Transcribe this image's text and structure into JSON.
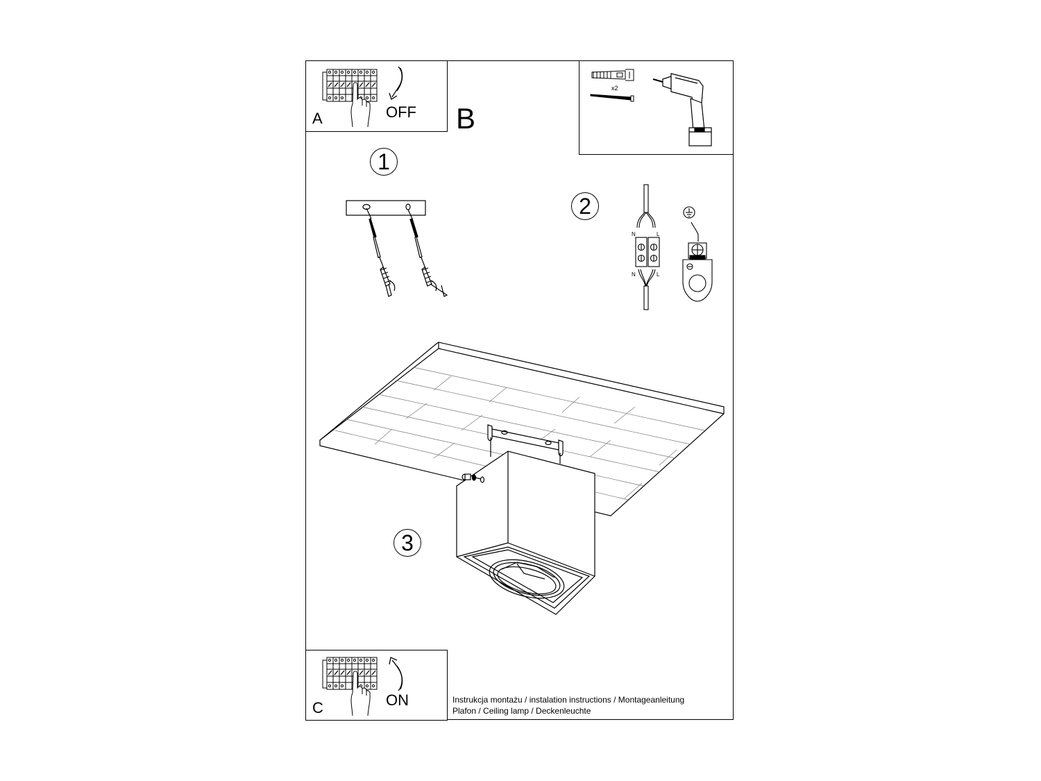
{
  "document": {
    "type": "installation instructions sheet",
    "frame_color": "#000000",
    "background": "#ffffff"
  },
  "panel_a": {
    "letter": "A",
    "state_label": "OFF",
    "icon": "circuit-breaker-switch-off-icon"
  },
  "section_b": {
    "letter": "B"
  },
  "tools_panel": {
    "wall_plug_quantity": "x2",
    "icons": [
      "wall-plug-icon",
      "screw-icon",
      "drill-icon"
    ]
  },
  "steps": [
    {
      "number": "1",
      "description_icon": "mounting-bracket-screws-icon"
    },
    {
      "number": "2",
      "description_icon": "wiring-terminal-icon",
      "wire_labels_top": [
        "N",
        "L"
      ],
      "wire_labels_bottom": [
        "N",
        "L"
      ],
      "ground_icon": "ground-symbol-icon"
    },
    {
      "number": "3",
      "description_icon": "ceiling-lamp-mounting-icon"
    }
  ],
  "panel_c": {
    "letter": "C",
    "state_label": "ON",
    "icon": "circuit-breaker-switch-on-icon"
  },
  "caption": {
    "line1": "Instrukcja montażu / instalation instructions / Montageanleitung",
    "line2": "Plafon / Ceiling lamp / Deckenleuchte"
  }
}
